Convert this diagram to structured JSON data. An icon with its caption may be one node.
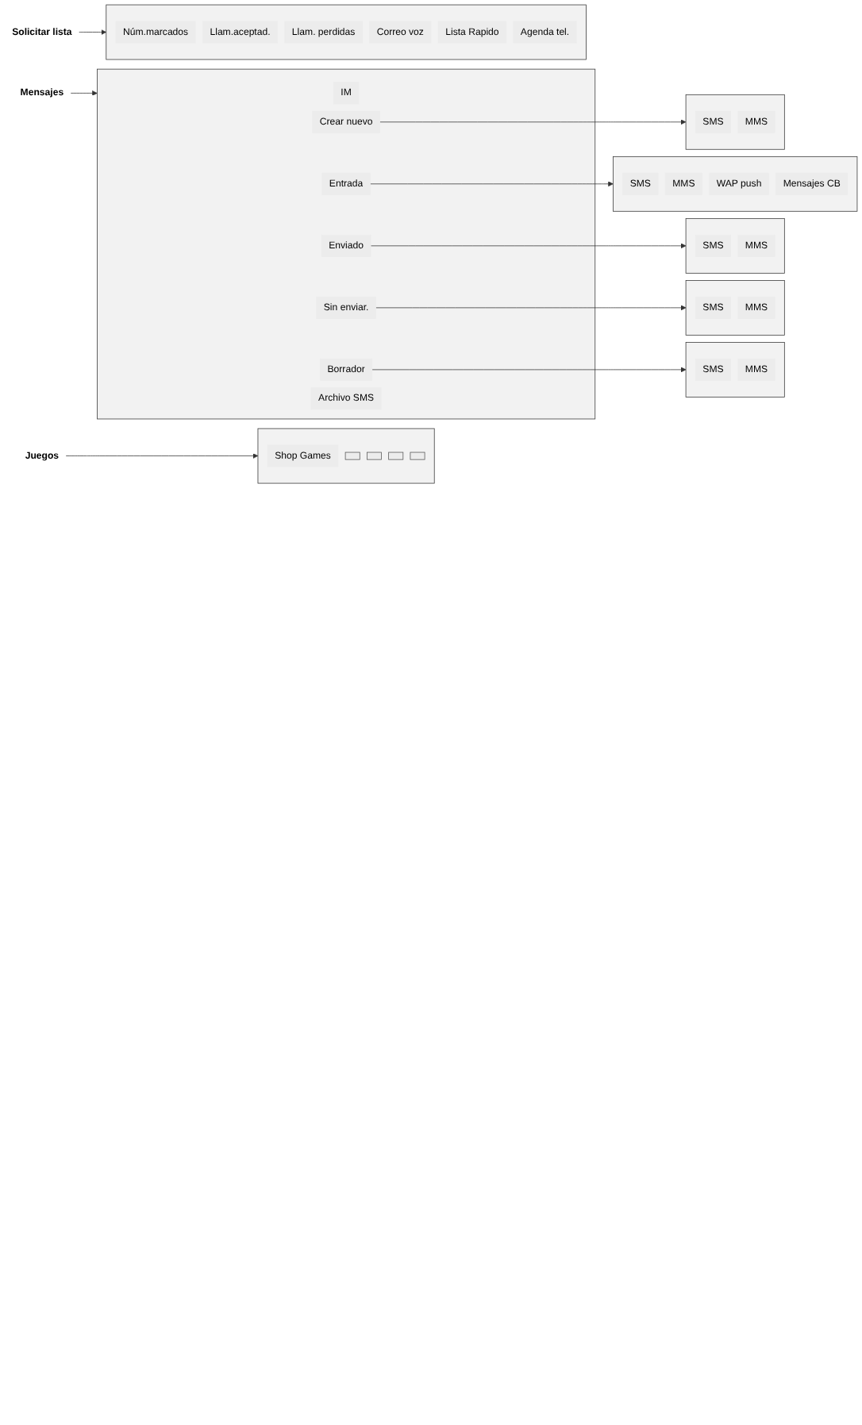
{
  "diagram": {
    "nodes": [
      {
        "text": [
          "Solicitar lista"
        ]
      },
      {
        "text": [],
        "shape": "box"
      },
      {
        "text": [
          "Núm.marcados"
        ],
        "in": 1
      },
      {
        "text": [
          "Llam.aceptad."
        ],
        "in": 1
      },
      {
        "text": [
          "Llam. perdidas"
        ],
        "in": 1
      },
      {
        "text": [
          "Correo voz"
        ],
        "in": 1
      },
      {
        "text": [
          "Lista Rapido"
        ],
        "in": 1
      },
      {
        "text": [
          "Agenda tel."
        ],
        "in": 1
      },
      {
        "text": [
          "Mensajes"
        ]
      },
      {
        "text": [],
        "shape": "box"
      },
      {
        "text": [
          "IM"
        ],
        "in": 9
      },
      {
        "text": [
          "Crear nuevo"
        ],
        "in": 9
      },
      {
        "text": [],
        "shape": "box"
      },
      {
        "text": [
          "SMS"
        ],
        "in": 12
      },
      {
        "text": [
          "MMS"
        ],
        "in": 12
      },
      {
        "text": [
          "Entrada"
        ],
        "in": 9
      },
      {
        "text": [],
        "shape": "box"
      },
      {
        "text": [
          "SMS"
        ],
        "in": 16
      },
      {
        "text": [
          "MMS"
        ],
        "in": 16
      },
      {
        "text": [
          "WAP push"
        ],
        "in": 16
      },
      {
        "text": [
          "Mensajes CB"
        ],
        "in": 16
      },
      {
        "text": [
          "Enviado"
        ],
        "in": 9
      },
      {
        "text": [],
        "shape": "box"
      },
      {
        "text": [
          "SMS"
        ],
        "in": 22
      },
      {
        "text": [
          "MMS"
        ],
        "in": 22
      },
      {
        "text": [
          "Sin enviar."
        ],
        "in": 9
      },
      {
        "text": [],
        "shape": "box"
      },
      {
        "text": [
          "SMS"
        ],
        "in": 26
      },
      {
        "text": [
          "MMS"
        ],
        "in": 26
      },
      {
        "text": [
          "Borrador"
        ],
        "in": 9
      },
      {
        "text": [],
        "shape": "box"
      },
      {
        "text": [
          "SMS"
        ],
        "in": 30
      },
      {
        "text": [
          "MMS"
        ],
        "in": 30
      },
      {
        "text": [
          "Archivo SMS"
        ],
        "in": 9
      },
      {
        "text": [
          "Juegos"
        ]
      },
      {
        "text": [],
        "shape": "box"
      },
      {
        "text": [
          "Shop Games"
        ],
        "in": 35
      },
      {
        "text": [],
        "shape": "box",
        "in": 35
      },
      {
        "text": [],
        "shape": "box",
        "in": 35
      },
      {
        "text": [],
        "shape": "box",
        "in": 35
      },
      {
        "text": [],
        "shape": "box",
        "in": 35
      }
    ],
    "edges": [
      {
        "from": 0,
        "to": 1,
        "arrow": "to"
      },
      {
        "from": 8,
        "to": 9,
        "arrow": "to"
      },
      {
        "from": 11,
        "to": 12,
        "arrow": "to"
      },
      {
        "from": 15,
        "to": 16,
        "arrow": "to"
      },
      {
        "from": 21,
        "to": 22,
        "arrow": "to"
      },
      {
        "from": 25,
        "to": 26,
        "arrow": "to"
      },
      {
        "from": 29,
        "to": 30,
        "arrow": "to"
      },
      {
        "from": 34,
        "to": 35,
        "arrow": "to"
      }
    ]
  }
}
